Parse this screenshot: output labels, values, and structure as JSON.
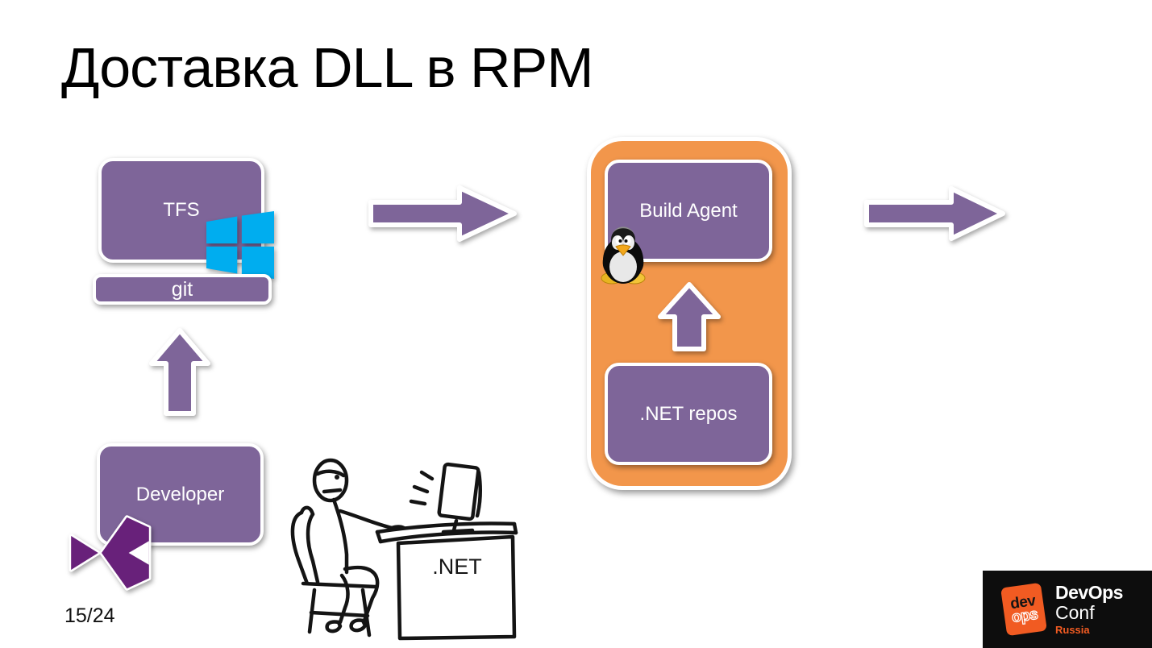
{
  "slide": {
    "title": "Доставка DLL в RPM",
    "page_number": "15/24"
  },
  "diagram": {
    "tfs_label": "TFS",
    "git_label": "git",
    "developer_label": "Developer",
    "build_agent_label": "Build Agent",
    "net_repos_label": ".NET repos",
    "desk_label": ".NET"
  },
  "logo": {
    "badge_dev": "dev",
    "badge_ops": "ops",
    "brand_top": "DevOps",
    "brand_mid": "Conf",
    "brand_bottom": "Russia"
  },
  "icons": {
    "windows_icon": "windows-flag",
    "tux_icon": "linux-penguin",
    "vs_icon": "visual-studio",
    "arrow_up": "block-arrow-up",
    "arrow_right": "block-arrow-right",
    "cartoon": "developer-at-desk-doodle"
  },
  "colors": {
    "purple": "#7E6599",
    "orange": "#F2964B",
    "windows_blue": "#00ADEF",
    "vs_purple": "#68217A",
    "logo_orange": "#F15B22",
    "logo_bg": "#0D0D0D"
  }
}
